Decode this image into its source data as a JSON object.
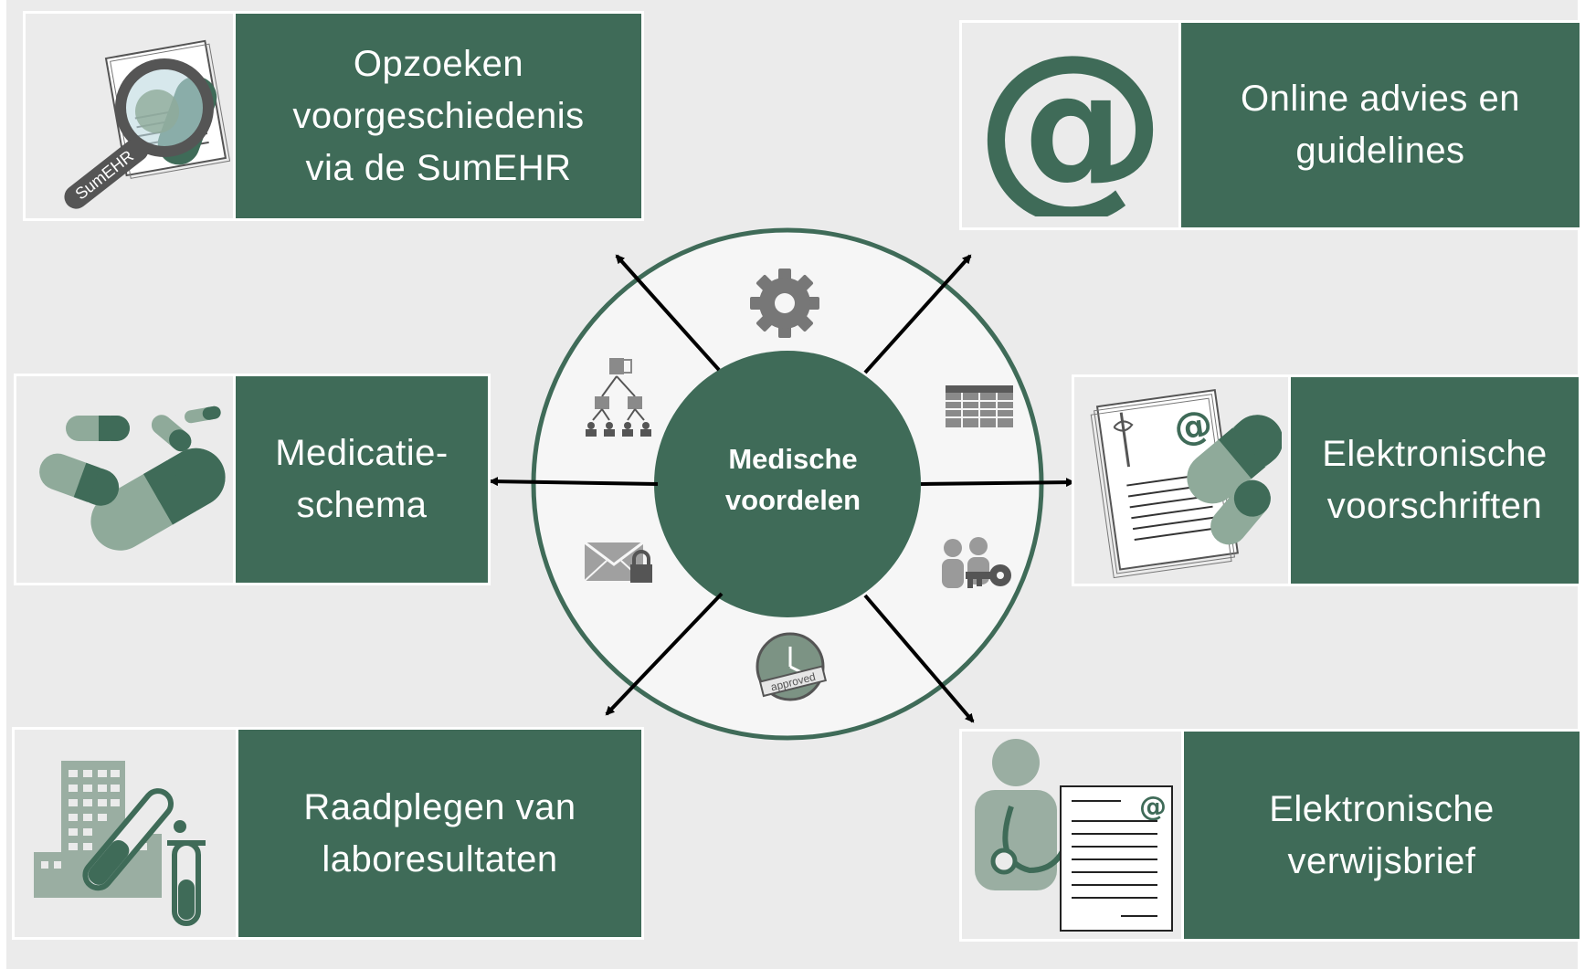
{
  "center": {
    "label": "Medische\nvoordelen"
  },
  "cards": {
    "sumehr": {
      "label": "Opzoeken\nvoorgeschiedenis\nvia de SumEHR",
      "icon": "magnifier-document-icon",
      "icon_text": "SumEHR"
    },
    "online": {
      "label": "Online advies en\nguidelines",
      "icon": "at-sign-icon"
    },
    "medication": {
      "label": "Medicatie-\nschema",
      "icon": "capsules-icon"
    },
    "prescriptions": {
      "label": "Elektronische\nvoorschriften",
      "icon": "prescription-pill-icon"
    },
    "lab": {
      "label": "Raadplegen van\nlaboresultaten",
      "icon": "lab-tube-building-icon"
    },
    "referral": {
      "label": "Elektronische\nverwijsbrief",
      "icon": "doctor-letter-icon"
    }
  },
  "ring_icons": [
    "gear-icon",
    "table-icon",
    "users-key-icon",
    "clock-approved-icon",
    "mail-lock-icon",
    "hierarchy-icon"
  ],
  "ring_icon_text": {
    "approved": "approved"
  },
  "colors": {
    "green": "#3f6b58",
    "light_green": "#8faa9a",
    "gray": "#707070",
    "background": "#ebebeb"
  }
}
